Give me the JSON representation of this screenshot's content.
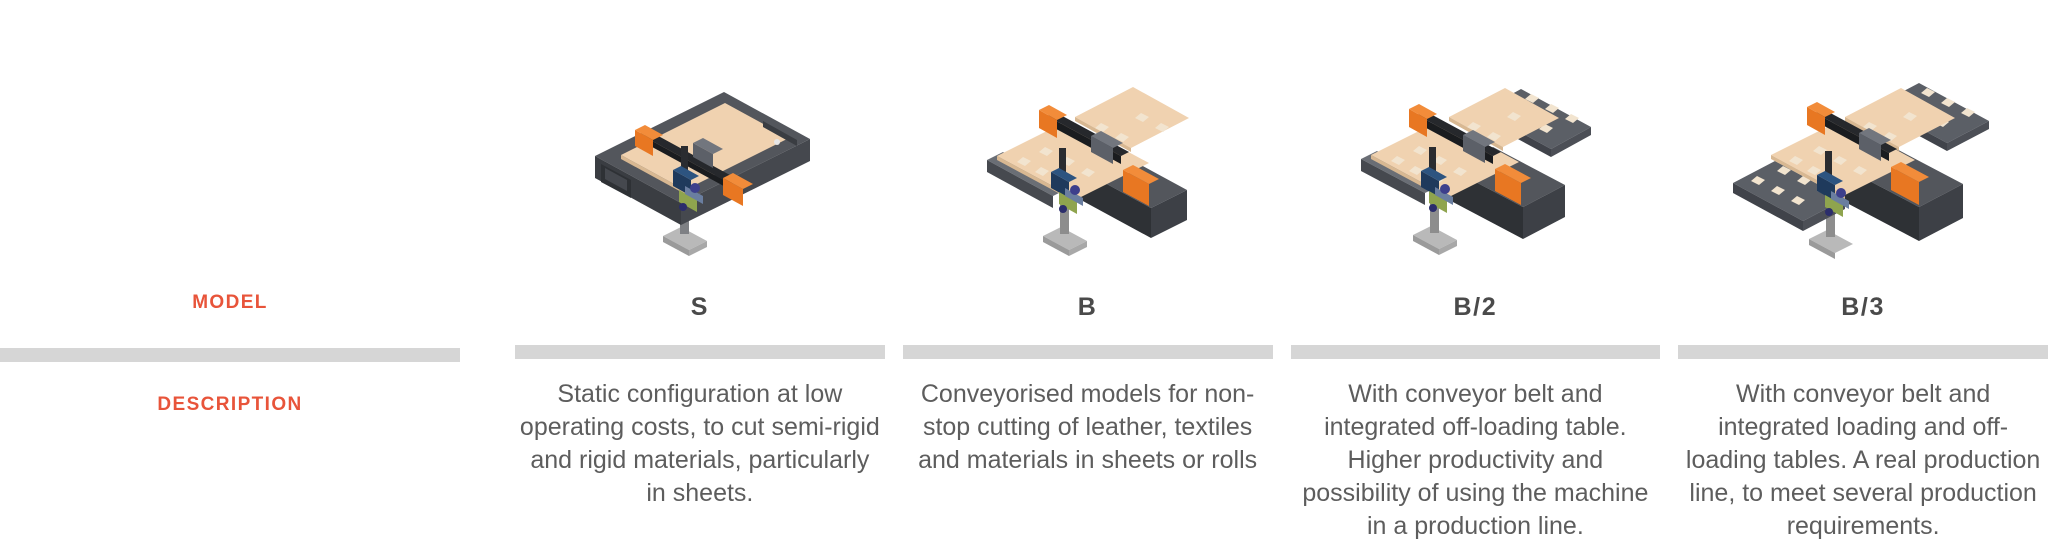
{
  "theme": {
    "accent_color": "#e8543a",
    "text_color": "#5d5d5d",
    "heading_color": "#4a4a4a",
    "divider_color": "#d6d6d6",
    "background_color": "#ffffff",
    "machine_body_color": "#3a3d42",
    "machine_table_color": "#f0d2b0",
    "machine_accent_color": "#e87722",
    "machine_pedestal_color": "#8d8d8d"
  },
  "rows": {
    "model_label": "MODEL",
    "description_label": "DESCRIPTION"
  },
  "columns": [
    {
      "model": "S",
      "machine_icon": "cutting-machine-static",
      "description": "Static configuration at low operating costs, to cut semi-rigid and rigid materials, particularly in sheets."
    },
    {
      "model": "B",
      "machine_icon": "cutting-machine-conveyor",
      "description": "Conveyorised models for non-stop cutting of leather, textiles and materials in sheets or rolls"
    },
    {
      "model": "B/2",
      "machine_icon": "cutting-machine-conveyor-offload",
      "description": "With conveyor belt and integrated off-loading table. Higher productivity and possibility of using the machine in a production line."
    },
    {
      "model": "B/3",
      "machine_icon": "cutting-machine-conveyor-load-offload",
      "description": "With conveyor belt and integrated loading and off-loading tables. A real production line, to meet several production requirements."
    }
  ]
}
